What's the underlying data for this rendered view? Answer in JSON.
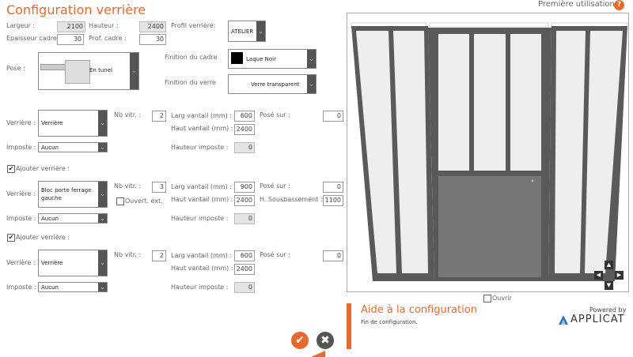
{
  "title": "Configuration verrière",
  "first_use": "Première utilisation",
  "help_icon": "?",
  "general": {
    "width_label": "Largeur :",
    "width": "2100",
    "height_label": "Hauteur :",
    "height": "2400",
    "profile_label": "Profil verrière:",
    "profile": "ATELIER",
    "frame_thick_label": "Epaisseur cadre :",
    "frame_thick": "30",
    "frame_depth_label": "Prof. cadre :",
    "frame_depth": "30",
    "pose_label": "Pose :",
    "pose": "En tunel",
    "frame_finish_label": "Finition du cadre",
    "frame_finish": "Laque Noir",
    "frame_color": "#000000",
    "glass_finish_label": "Finition du verre",
    "glass_finish": "Verre transparent"
  },
  "labels": {
    "verriere": "Verrière :",
    "imposte": "Imposte :",
    "nb": "Nb vitr. :",
    "larg": "Larg vantail (mm) :",
    "haut": "Haut vantail (mm) :",
    "pose_sur": "Posé sur :",
    "h_imposte": "Hauteur imposte :",
    "add": "Ajouter verrière :",
    "ouvert": "Ouvert. ext.",
    "sousb": "H. Sousbassement :"
  },
  "groups": [
    {
      "type": "Verrière",
      "imposte": "Aucun",
      "nb": "2",
      "larg": "600",
      "haut": "2400",
      "pose_sur": "0",
      "h_imposte": "0"
    },
    {
      "type": "Bloc porte ferrage gauche",
      "imposte": "Aucun",
      "nb": "3",
      "larg": "900",
      "haut": "2400",
      "pose_sur": "0",
      "h_imposte": "0",
      "sousb": "1100",
      "ouvert_checked": false,
      "added": true
    },
    {
      "type": "Verrière",
      "imposte": "Aucun",
      "nb": "2",
      "larg": "600",
      "haut": "2400",
      "pose_sur": "0",
      "h_imposte": "0",
      "added": true
    }
  ],
  "preview": {
    "open_label": "Ouvrir",
    "open_checked": false
  },
  "help": {
    "title": "Aide à la configuration",
    "text": "Fin de configuration."
  },
  "brand": {
    "powered": "Powered by",
    "name": "APPLICAT"
  },
  "colors": {
    "accent": "#e8692c",
    "frame": "#5a5a5a"
  }
}
